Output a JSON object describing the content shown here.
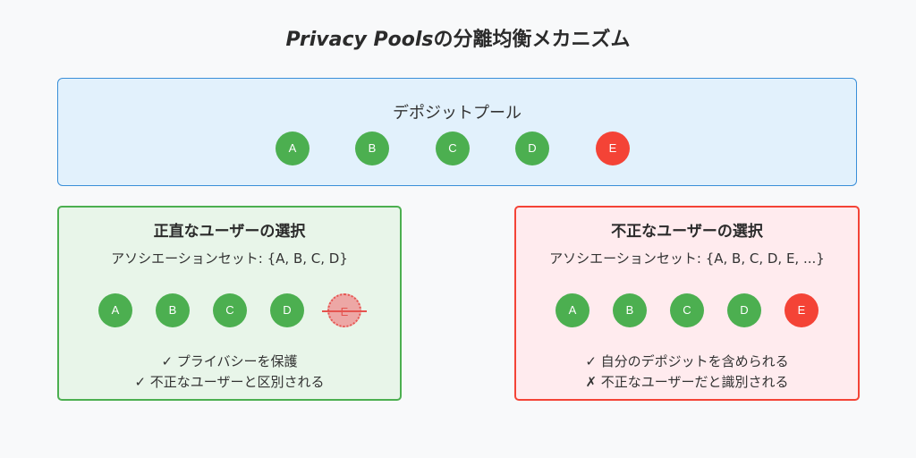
{
  "title_latin": "Privacy Pools",
  "title_rest": "の分離均衡メカニズム",
  "deposit_pool": {
    "label": "デポジットプール",
    "deposits": [
      {
        "label": "A",
        "color": "#4caf50"
      },
      {
        "label": "B",
        "color": "#4caf50"
      },
      {
        "label": "C",
        "color": "#4caf50"
      },
      {
        "label": "D",
        "color": "#4caf50"
      },
      {
        "label": "E",
        "color": "#f44336"
      }
    ]
  },
  "honest_panel": {
    "title": "正直なユーザーの選択",
    "association_set": "アソシエーションセット: {A, B, C, D}",
    "members": [
      "A",
      "B",
      "C",
      "D"
    ],
    "excluded": "E",
    "notes": [
      "✓ プライバシーを保護",
      "✓ 不正なユーザーと区別される"
    ]
  },
  "dishonest_panel": {
    "title": "不正なユーザーの選択",
    "association_set": "アソシエーションセット: {A, B, C, D, E, ...}",
    "members": [
      "A",
      "B",
      "C",
      "D",
      "E"
    ],
    "notes": [
      "✓ 自分のデポジットを含められる",
      "✗ 不正なユーザーだと識別される"
    ]
  },
  "colors": {
    "honest": "#4caf50",
    "dishonest": "#f44336",
    "pool_border": "#3a8fd8",
    "pool_fill": "#e2f1fc"
  }
}
